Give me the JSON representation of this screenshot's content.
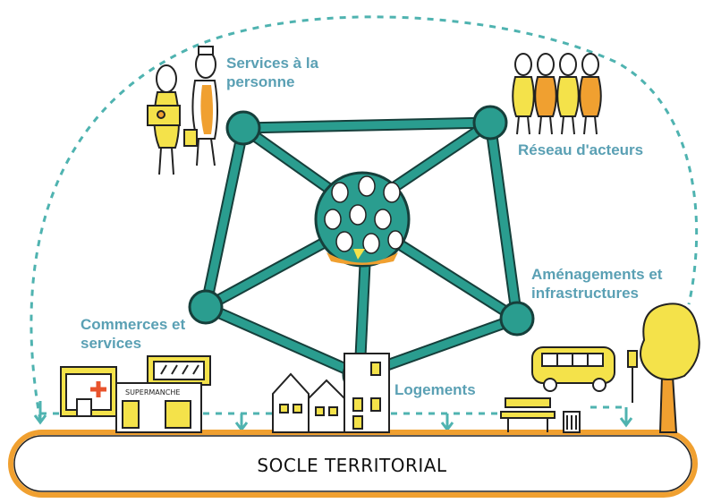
{
  "labels": {
    "services_personne": "Services à la personne",
    "reseau": "Réseau d'acteurs",
    "amenagements": "Aménagements et infrastructures",
    "commerces": "Commerces et services",
    "logements": "Logements"
  },
  "base_label": "SOCLE TERRITORIAL",
  "supermarket_sign": "SUPERMANCHE",
  "colors": {
    "label_text": "#5aa0b4",
    "network": "#2a9d8f",
    "network_outline": "#163f3b",
    "dashed_loop": "#4fb3b0",
    "orange": "#f0a030",
    "yellow": "#f4e24a"
  },
  "icons": [
    "people-icon",
    "crowd-circle-icon",
    "shop-icon",
    "supermarket-icon",
    "houses-icon",
    "bus-icon",
    "bench-icon",
    "trash-bin-icon",
    "tree-icon"
  ]
}
